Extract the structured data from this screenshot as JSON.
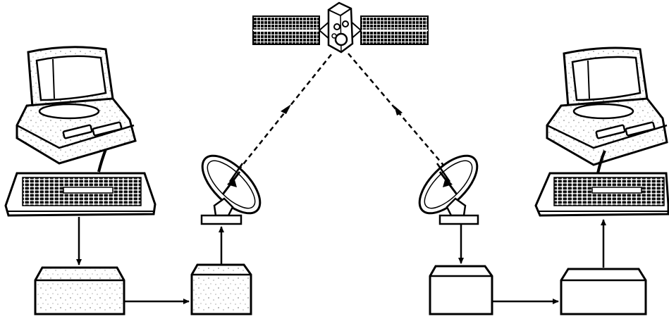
{
  "diagram": {
    "kind": "satellite-communication-link",
    "line_color": "#000000",
    "fill_color": "#ffffff",
    "nodes": [
      {
        "id": "satellite",
        "icon": "satellite-icon"
      },
      {
        "id": "computer-left",
        "icon": "computer-terminal-icon"
      },
      {
        "id": "modem-left",
        "icon": "box-icon"
      },
      {
        "id": "transmitter-left",
        "icon": "box-icon"
      },
      {
        "id": "dish-left",
        "icon": "satellite-dish-icon"
      },
      {
        "id": "dish-right",
        "icon": "satellite-dish-icon"
      },
      {
        "id": "receiver-right",
        "icon": "box-icon"
      },
      {
        "id": "modem-right",
        "icon": "box-icon"
      },
      {
        "id": "computer-right",
        "icon": "computer-terminal-icon"
      }
    ],
    "links": [
      {
        "from": "computer-left",
        "to": "modem-left",
        "style": "solid"
      },
      {
        "from": "modem-left",
        "to": "transmitter-left",
        "style": "solid"
      },
      {
        "from": "transmitter-left",
        "to": "dish-left",
        "style": "solid"
      },
      {
        "from": "dish-left",
        "to": "satellite",
        "style": "dashed"
      },
      {
        "from": "satellite",
        "to": "dish-right",
        "style": "dashed"
      },
      {
        "from": "dish-right",
        "to": "receiver-right",
        "style": "solid"
      },
      {
        "from": "receiver-right",
        "to": "modem-right",
        "style": "solid"
      },
      {
        "from": "modem-right",
        "to": "computer-right",
        "style": "solid"
      }
    ]
  }
}
